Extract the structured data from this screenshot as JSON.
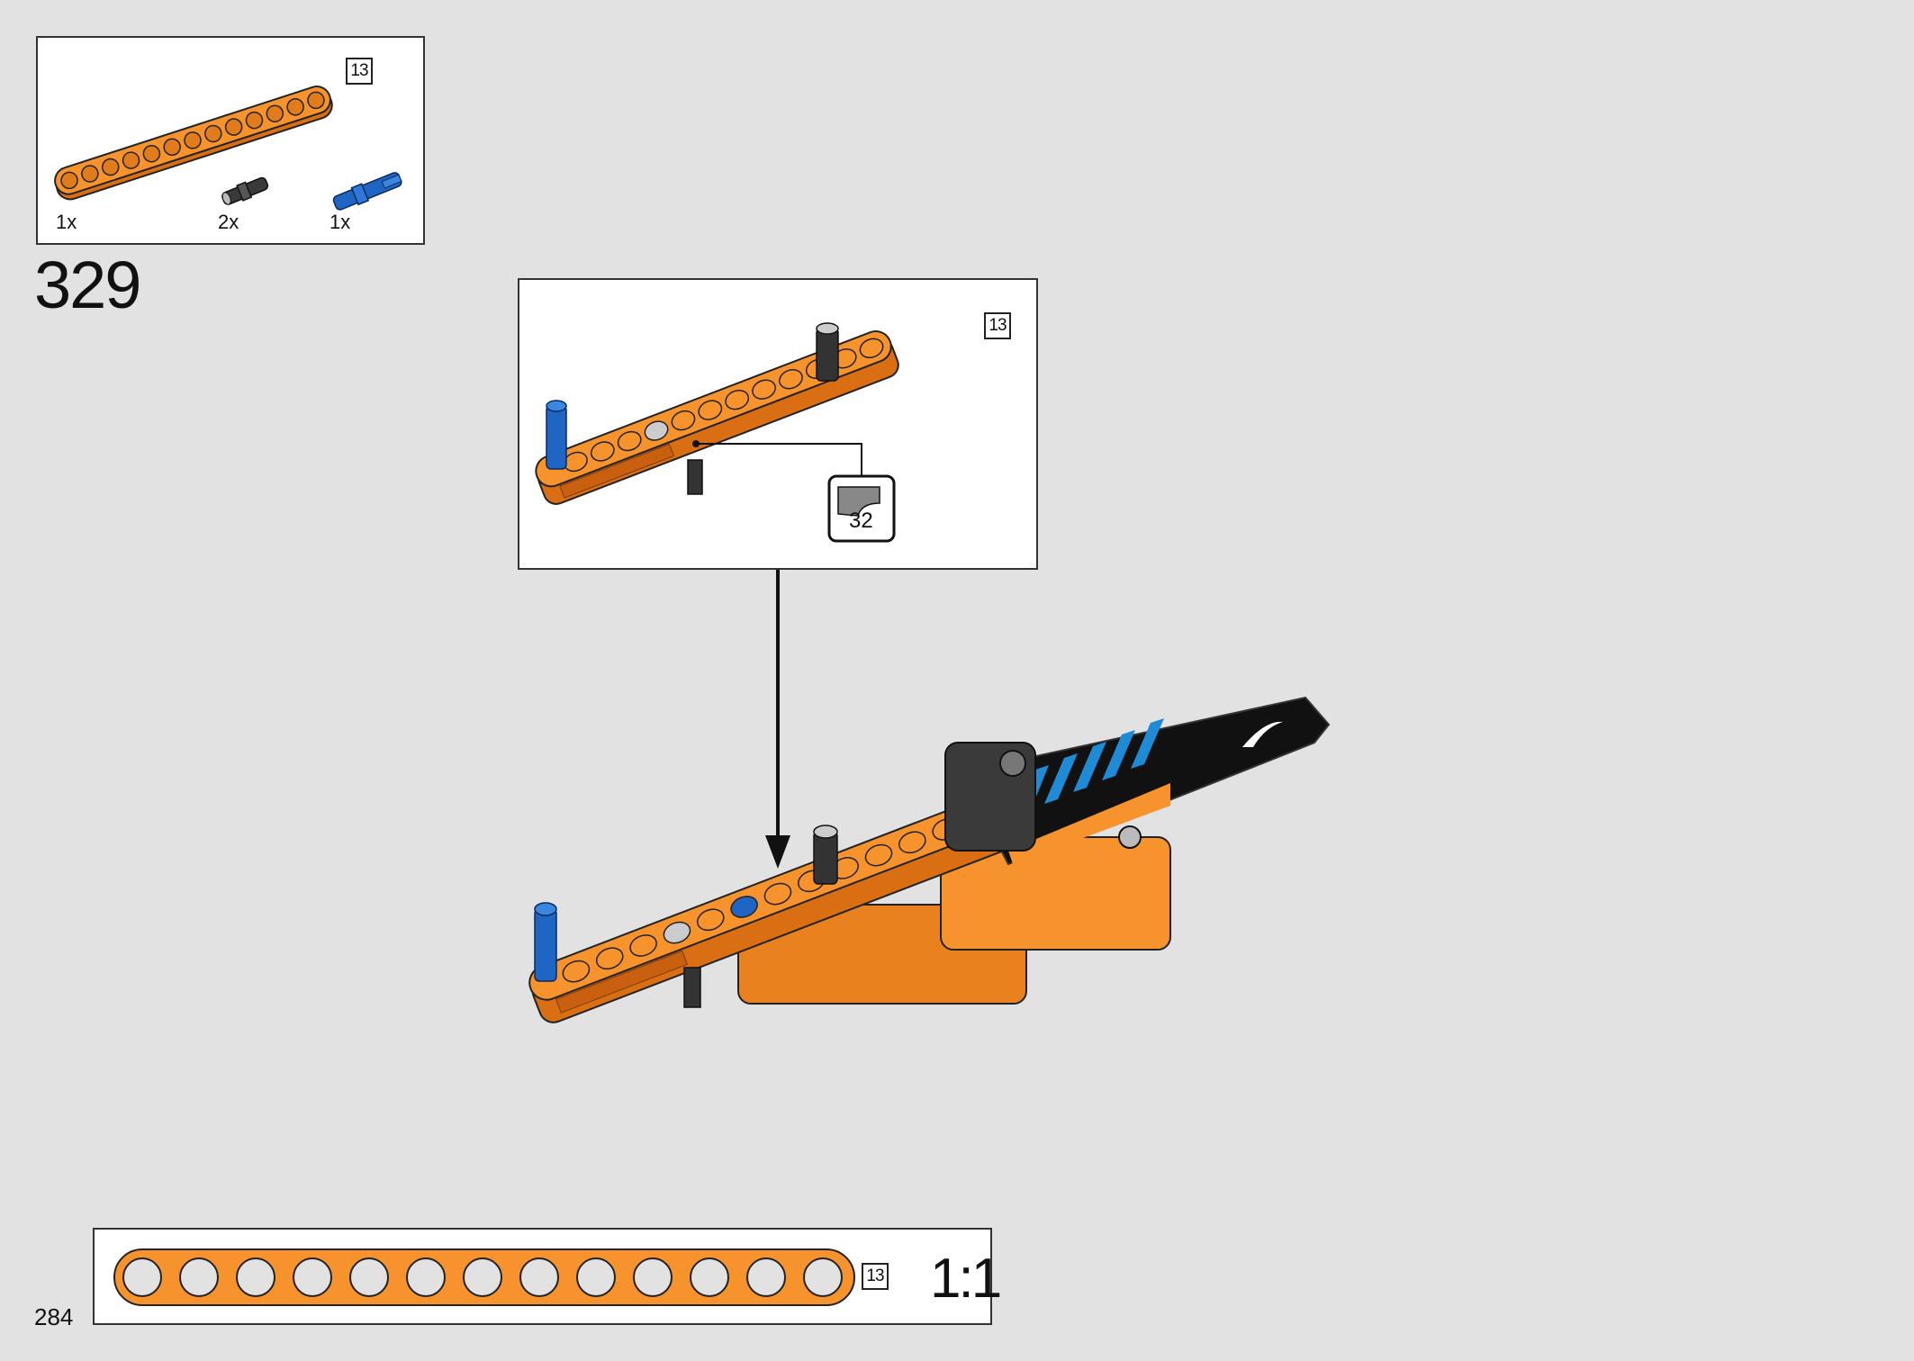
{
  "parts_list": {
    "items": [
      {
        "name": "orange-beam-13",
        "length_label": "13",
        "quantity": "1x"
      },
      {
        "name": "black-pin",
        "quantity": "2x"
      },
      {
        "name": "blue-axle-pin",
        "quantity": "1x"
      }
    ]
  },
  "step": {
    "number": "329"
  },
  "callout": {
    "beam_length_label": "13",
    "sticker_number": "32"
  },
  "ruler": {
    "length_label": "13",
    "scale": "1:1",
    "holes": 13
  },
  "page": {
    "number": "284"
  },
  "colors": {
    "beam": "#f7932d",
    "beam_dark": "#d96f12",
    "pin_blue": "#1f66c4",
    "pin_black": "#2b2b2b",
    "background": "#e2e2e2"
  }
}
